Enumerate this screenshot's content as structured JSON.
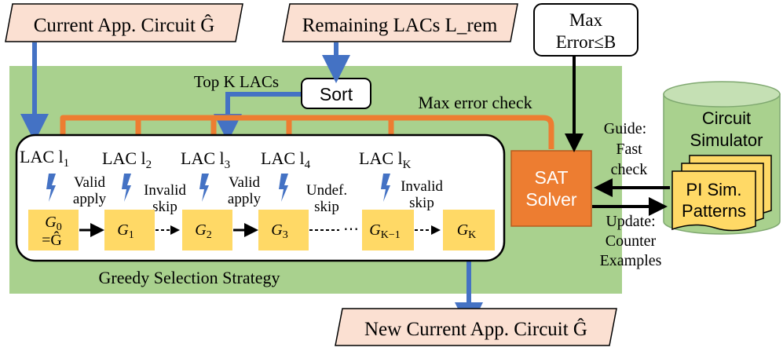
{
  "inputs": {
    "current_circuit": "Current App. Circuit Ĝ",
    "remaining_lacs": "Remaining LACs L_rem",
    "max_error": [
      "Max",
      "Error≤B"
    ]
  },
  "sort_label": "Sort",
  "top_k_label": "Top K LACs",
  "max_error_check_label": "Max error check",
  "lacs": [
    {
      "text": "LAC l",
      "sub": "1"
    },
    {
      "text": "LAC l",
      "sub": "2"
    },
    {
      "text": "LAC l",
      "sub": "3"
    },
    {
      "text": "LAC l",
      "sub": "4"
    },
    {
      "text": "LAC l",
      "sub": "K"
    }
  ],
  "actions": [
    [
      "Valid",
      "apply"
    ],
    [
      "Invalid",
      "skip"
    ],
    [
      "Valid",
      "apply"
    ],
    [
      "Undef.",
      "skip"
    ],
    [
      "Invalid",
      "skip"
    ]
  ],
  "circuits": [
    {
      "base": "G",
      "sub": "0",
      "extra": "=Ĝ"
    },
    {
      "base": "G",
      "sub": "1"
    },
    {
      "base": "G",
      "sub": "2"
    },
    {
      "base": "G",
      "sub": "3"
    },
    {
      "base": "G",
      "sub": "K−1"
    },
    {
      "base": "G",
      "sub": "K"
    }
  ],
  "ellipsis": "⋯",
  "greedy_label": "Greedy Selection Strategy",
  "sat_solver": [
    "SAT",
    "Solver"
  ],
  "guide_label": [
    "Guide:",
    "Fast",
    "check"
  ],
  "update_label": [
    "Update:",
    "Counter",
    "Examples"
  ],
  "simulator": [
    "Circuit",
    "Simulator"
  ],
  "patterns": [
    "PI Sim.",
    "Patterns"
  ],
  "output_label": "New Current App. Circuit Ĝ",
  "colors": {
    "green_bg": "#a9d18e",
    "input_fill": "#fbe0d2",
    "orange": "#ed7d31",
    "blue": "#4472c4",
    "yellow": "#ffd966",
    "sim_fill": "#a9d18e"
  }
}
